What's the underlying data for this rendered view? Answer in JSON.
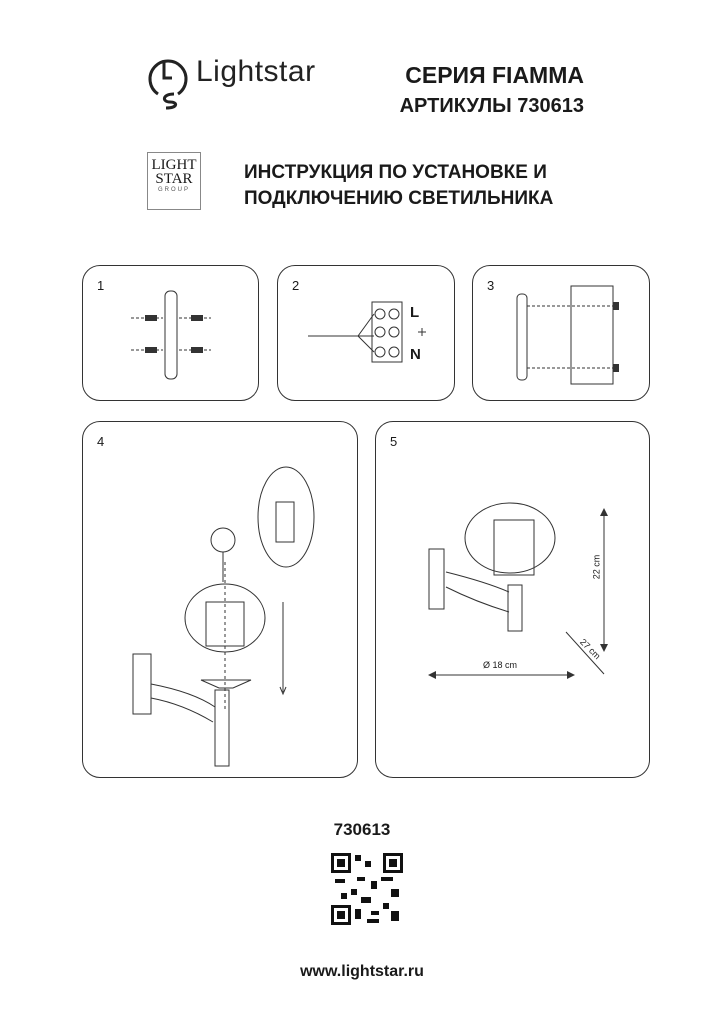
{
  "header": {
    "brand": "Lightstar",
    "series": "СЕРИЯ FIAMMA",
    "articles": "АРТИКУЛЫ 730613",
    "group_logo": "LIGHT STAR GROUP",
    "title_line1": "ИНСТРУКЦИЯ ПО УСТАНОВКЕ И",
    "title_line2": "ПОДКЛЮЧЕНИЮ СВЕТИЛЬНИКА"
  },
  "steps": [
    {
      "number": "1"
    },
    {
      "number": "2",
      "labels": [
        "L",
        "N"
      ]
    },
    {
      "number": "3"
    },
    {
      "number": "4"
    },
    {
      "number": "5",
      "dims": {
        "height": "22 cm",
        "depth": "27 cm",
        "diameter": "Ø 18 cm"
      }
    }
  ],
  "footer": {
    "article": "730613",
    "url": "www.lightstar.ru"
  }
}
